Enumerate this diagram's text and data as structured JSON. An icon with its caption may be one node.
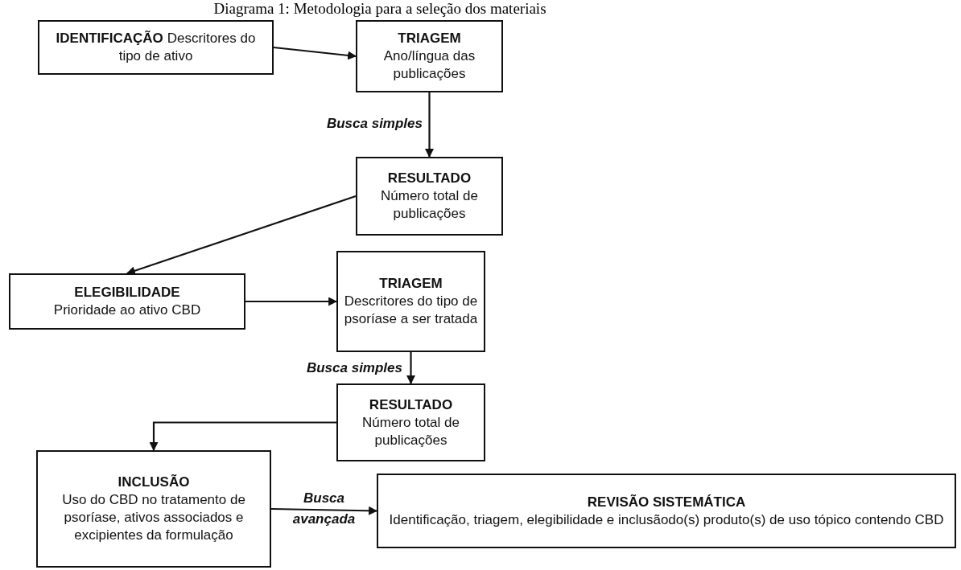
{
  "diagram": {
    "title": "Diagrama 1: Metodologia para a seleção dos materiais",
    "nodes": [
      {
        "text": [
          "IDENTIFICAÇÃO",
          "Descritores do tipo de ativo"
        ]
      },
      {
        "text": [
          "TRIAGEM",
          "Ano/língua das publicações"
        ]
      },
      {
        "text": [
          "RESULTADO",
          "Número total de publicações"
        ]
      },
      {
        "text": [
          "ELEGIBILIDADE",
          "Prioridade ao ativo CBD"
        ]
      },
      {
        "text": [
          "TRIAGEM",
          "Descritores do tipo de psoríase a ser tratada"
        ]
      },
      {
        "text": [
          "RESULTADO",
          "Número total de publicações"
        ]
      },
      {
        "text": [
          "INCLUSÃO",
          "Uso do CBD no tratamento de psoríase, ativos associados e excipientes da formulação"
        ]
      },
      {
        "text": [
          "REVISÃO SISTEMÁTICA",
          "Identificação, triagem, elegibilidade e inclusãodo(s) produto(s) de uso tópico contendo CBD"
        ]
      }
    ],
    "edges": [
      {
        "from": 0,
        "to": 1,
        "arrow": "to"
      },
      {
        "from": 1,
        "to": 2,
        "arrow": "to",
        "label": "Busca simples"
      },
      {
        "from": 2,
        "to": 3,
        "arrow": "to"
      },
      {
        "from": 3,
        "to": 4,
        "arrow": "to"
      },
      {
        "from": 4,
        "to": 5,
        "arrow": "to",
        "label": "Busca simples"
      },
      {
        "from": 5,
        "to": 6,
        "arrow": "to"
      },
      {
        "from": 6,
        "to": 7,
        "arrow": "to",
        "label": "Busca avançada"
      }
    ]
  }
}
